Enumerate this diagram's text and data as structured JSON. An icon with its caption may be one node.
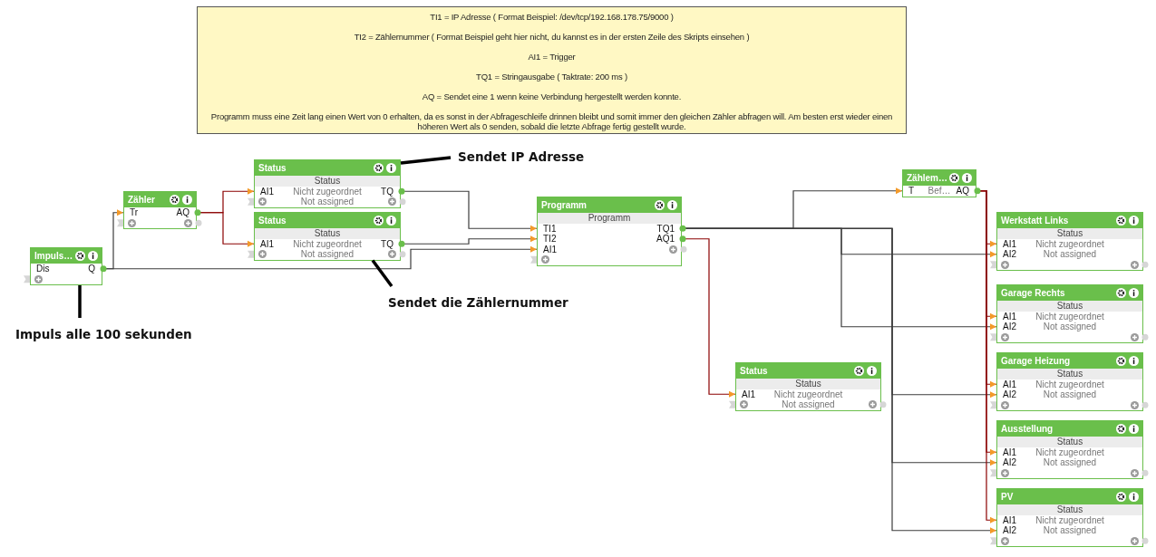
{
  "diagram": {
    "nodes": [
      {
        "text": [
          "TI1 = IP Adresse ( Format Beispiel: /dev/tcp/192.168.178.75/9000 )",
          "TI2 = Zählernummer ( Format Beispiel geht hier nicht, du kannst es in der ersten Zeile des Skripts einsehen )",
          "AI1 = Trigger",
          "TQ1 = Stringausgabe ( Taktrate: 200 ms )",
          "AQ = Sendet eine 1 wenn keine Verbindung hergestellt werden konnte.",
          "Programm muss eine Zeit lang einen Wert von 0 erhalten, da es sonst in der Abfrageschleife drinnen bleibt und somit immer den gleichen Zähler abfragen will. Am besten erst wieder einen höheren Wert als 0 senden, sobald die letzte Abfrage fertig gestellt wurde."
        ]
      },
      {
        "text": [
          "Impuls…",
          "Dis",
          "Q"
        ]
      },
      {
        "text": [
          "Zähler",
          "Tr",
          "AQ"
        ]
      },
      {
        "text": [
          "Status",
          "Status",
          "AI1",
          "Nicht zugeordnet",
          "TQ",
          "Not assigned"
        ]
      },
      {
        "text": [
          "Status",
          "Status",
          "AI1",
          "Nicht zugeordnet",
          "TQ",
          "Not assigned"
        ]
      },
      {
        "text": [
          "Programm",
          "Programm",
          "TI1",
          "TQ1",
          "TI2",
          "AQ1",
          "AI1"
        ]
      },
      {
        "text": [
          "Zählem…",
          "T",
          "Bef…",
          "AQ"
        ]
      },
      {
        "text": [
          "Werkstatt Links",
          "Status",
          "AI1",
          "Nicht zugeordnet",
          "AI2",
          "Not assigned"
        ]
      },
      {
        "text": [
          "Garage Rechts",
          "Status",
          "AI1",
          "Nicht zugeordnet",
          "AI2",
          "Not assigned"
        ]
      },
      {
        "text": [
          "Garage Heizung",
          "Status",
          "AI1",
          "Nicht zugeordnet",
          "AI2",
          "Not assigned"
        ]
      },
      {
        "text": [
          "Ausstellung",
          "Status",
          "AI1",
          "Nicht zugeordnet",
          "AI2",
          "Not assigned"
        ]
      },
      {
        "text": [
          "PV",
          "Status",
          "AI1",
          "Nicht zugeordnet",
          "AI2",
          "Not assigned"
        ]
      },
      {
        "text": [
          "Status",
          "Status",
          "AI1",
          "Nicht zugeordnet",
          "Not assigned"
        ]
      },
      {
        "text": [
          "Sendet IP Adresse"
        ]
      },
      {
        "text": [
          "Sendet die Zählernummer"
        ]
      },
      {
        "text": [
          "Impuls alle 100 sekunden"
        ]
      }
    ],
    "edges": [
      {
        "from": 1,
        "to": 2,
        "arrow": "to"
      },
      {
        "from": 1,
        "to": 5,
        "arrow": "to"
      },
      {
        "from": 2,
        "to": 3,
        "arrow": "to",
        "color": "#8b0000"
      },
      {
        "from": 2,
        "to": 4,
        "arrow": "to",
        "color": "#8b0000"
      },
      {
        "from": 3,
        "to": 5,
        "arrow": "to"
      },
      {
        "from": 4,
        "to": 5,
        "arrow": "to"
      },
      {
        "from": 5,
        "to": 6,
        "arrow": "to"
      },
      {
        "from": 5,
        "to": 7,
        "arrow": "to"
      },
      {
        "from": 5,
        "to": 8,
        "arrow": "to"
      },
      {
        "from": 5,
        "to": 9,
        "arrow": "to"
      },
      {
        "from": 5,
        "to": 10,
        "arrow": "to"
      },
      {
        "from": 5,
        "to": 11,
        "arrow": "to"
      },
      {
        "from": 6,
        "to": 7,
        "arrow": "to",
        "color": "#8b0000"
      },
      {
        "from": 6,
        "to": 8,
        "arrow": "to",
        "color": "#8b0000"
      },
      {
        "from": 6,
        "to": 9,
        "arrow": "to",
        "color": "#8b0000"
      },
      {
        "from": 6,
        "to": 10,
        "arrow": "to",
        "color": "#8b0000"
      },
      {
        "from": 6,
        "to": 11,
        "arrow": "to",
        "color": "#8b0000"
      },
      {
        "from": 5,
        "to": 12,
        "arrow": "to",
        "color": "#8b0000"
      },
      {
        "from": 13,
        "to": 3,
        "arrow": "none",
        "style": "thick",
        "color": "#000000"
      },
      {
        "from": 14,
        "to": 4,
        "arrow": "none",
        "style": "thick",
        "color": "#000000"
      },
      {
        "from": 15,
        "to": 1,
        "arrow": "none",
        "style": "thick",
        "color": "#000000"
      }
    ]
  }
}
